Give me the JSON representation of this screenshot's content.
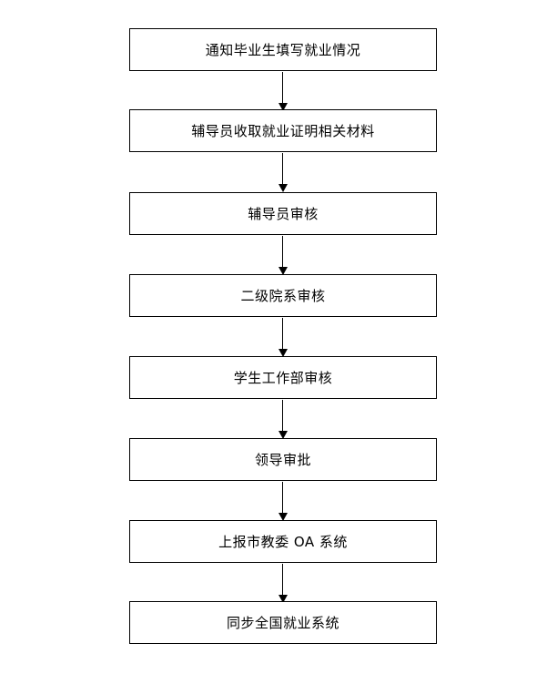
{
  "steps": [
    {
      "label": "通知毕业生填写就业情况"
    },
    {
      "label": "辅导员收取就业证明相关材料"
    },
    {
      "label": "辅导员审核"
    },
    {
      "label": "二级院系审核"
    },
    {
      "label": "学生工作部审核"
    },
    {
      "label": "领导审批"
    },
    {
      "label": "上报市教委 OA 系统"
    },
    {
      "label": "同步全国就业系统"
    }
  ],
  "colors": {
    "border": "#000000",
    "background": "#ffffff",
    "text": "#000000"
  }
}
